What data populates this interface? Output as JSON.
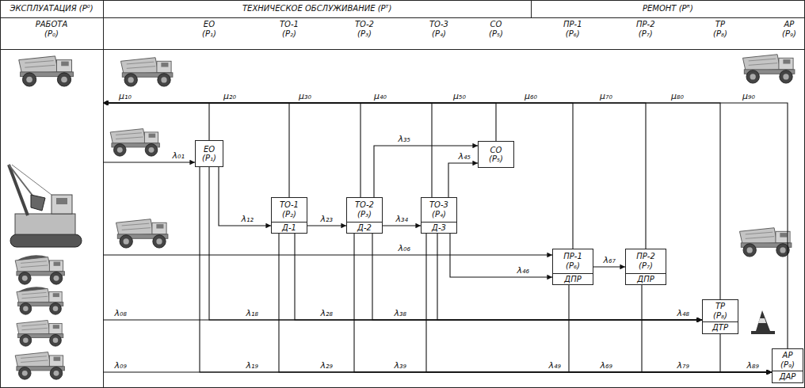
{
  "diagram": {
    "nodes": [
      {
        "text": [
          "РАБОТА (P₀)"
        ]
      },
      {
        "text": [
          "ЕО (P₁)"
        ]
      },
      {
        "text": [
          "ТО-1 (P₂)",
          "Д-1"
        ]
      },
      {
        "text": [
          "ТО-2 (P₃)",
          "Д-2"
        ]
      },
      {
        "text": [
          "ТО-3 (P₄)",
          "Д-3"
        ]
      },
      {
        "text": [
          "СО (P₅)"
        ]
      },
      {
        "text": [
          "ПР-1 (P₆)",
          "ДПР"
        ]
      },
      {
        "text": [
          "ПР-2 (P₇)",
          "ДПР"
        ]
      },
      {
        "text": [
          "ТР (P₈)",
          "ДТР"
        ]
      },
      {
        "text": [
          "АР (P₉)",
          "ДАР"
        ]
      }
    ],
    "edges": [
      {
        "from": 0,
        "to": 1,
        "arrow": "to",
        "label": "λ₀₁"
      },
      {
        "from": 1,
        "to": 0,
        "arrow": "to",
        "label": "μ₁₀"
      },
      {
        "from": 1,
        "to": 2,
        "arrow": "to",
        "label": "λ₁₂"
      },
      {
        "from": 2,
        "to": 0,
        "arrow": "to",
        "label": "μ₂₀"
      },
      {
        "from": 2,
        "to": 3,
        "arrow": "to",
        "label": "λ₂₃"
      },
      {
        "from": 3,
        "to": 0,
        "arrow": "to",
        "label": "μ₃₀"
      },
      {
        "from": 3,
        "to": 4,
        "arrow": "to",
        "label": "λ₃₄"
      },
      {
        "from": 3,
        "to": 5,
        "arrow": "to",
        "label": "λ₃₅"
      },
      {
        "from": 4,
        "to": 0,
        "arrow": "to",
        "label": "μ₄₀"
      },
      {
        "from": 4,
        "to": 5,
        "arrow": "to",
        "label": "λ₄₅"
      },
      {
        "from": 5,
        "to": 0,
        "arrow": "to",
        "label": "μ₅₀"
      },
      {
        "from": 4,
        "to": 6,
        "arrow": "to",
        "label": "λ₄₆"
      },
      {
        "from": 0,
        "to": 6,
        "arrow": "to",
        "label": "λ₀₆"
      },
      {
        "from": 6,
        "to": 0,
        "arrow": "to",
        "label": "μ₆₀"
      },
      {
        "from": 6,
        "to": 7,
        "arrow": "to",
        "label": "λ₆₇"
      },
      {
        "from": 7,
        "to": 0,
        "arrow": "to",
        "label": "μ₇₀"
      },
      {
        "from": 0,
        "to": 8,
        "arrow": "to",
        "label": "λ₀₈"
      },
      {
        "from": 1,
        "to": 8,
        "arrow": "to",
        "label": "λ₁₈"
      },
      {
        "from": 2,
        "to": 8,
        "arrow": "to",
        "label": "λ₂₈"
      },
      {
        "from": 3,
        "to": 8,
        "arrow": "to",
        "label": "λ₃₈"
      },
      {
        "from": 4,
        "to": 8,
        "arrow": "to",
        "label": "λ₄₈"
      },
      {
        "from": 8,
        "to": 0,
        "arrow": "to",
        "label": "μ₈₀"
      },
      {
        "from": 0,
        "to": 9,
        "arrow": "to",
        "label": "λ₀₉"
      },
      {
        "from": 1,
        "to": 9,
        "arrow": "to",
        "label": "λ₁₉"
      },
      {
        "from": 2,
        "to": 9,
        "arrow": "to",
        "label": "λ₂₉"
      },
      {
        "from": 3,
        "to": 9,
        "arrow": "to",
        "label": "λ₃₉"
      },
      {
        "from": 4,
        "to": 9,
        "arrow": "to",
        "label": "λ₄₉"
      },
      {
        "from": 6,
        "to": 9,
        "arrow": "to",
        "label": "λ₆₉"
      },
      {
        "from": 7,
        "to": 9,
        "arrow": "to",
        "label": "λ₇₉"
      },
      {
        "from": 8,
        "to": 9,
        "arrow": "to",
        "label": "λ₈₉"
      },
      {
        "from": 9,
        "to": 0,
        "arrow": "to",
        "label": "μ₉₀"
      }
    ],
    "labels": [
      "ЭКСПЛУАТАЦИЯ (P⁰)",
      "ТЕХНИЧЕСКОЕ ОБСЛУЖИВАНИЕ (Pᵀ)",
      "РЕМОНТ (Pᴿ)",
      "ЕО (P₁)",
      "ТО-1 (P₂)",
      "ТО-2 (P₃)",
      "ТО-3 (P₄)",
      "СО (P₅)",
      "ПР-1 (P₆)",
      "ПР-2 (P₇)",
      "ТР (P₈)",
      "АР (P₉)"
    ]
  }
}
